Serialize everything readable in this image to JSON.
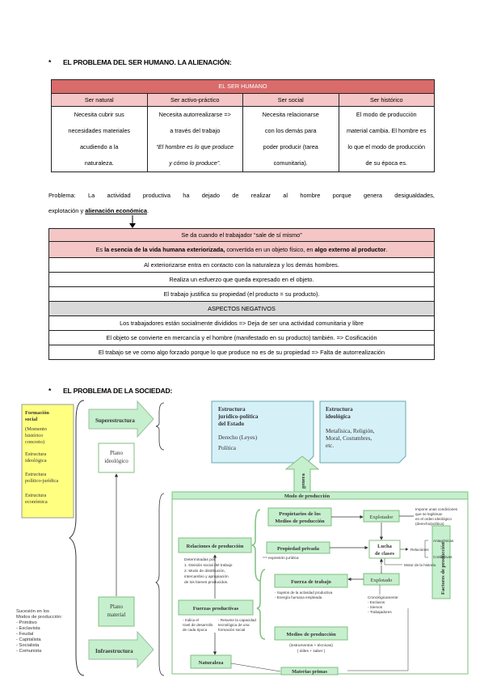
{
  "section1_heading": "EL PROBLEMA DEL SER HUMANO. LA ALIENACIÓN:",
  "table1": {
    "title": "EL SER HUMANO",
    "headers": [
      "Ser natural",
      "Ser activo-práctico",
      "Ser social",
      "Ser histórico"
    ],
    "cells": [
      [
        "Necesita cubrir sus",
        "necesidades materiales",
        "acudiendo a la",
        "naturaleza."
      ],
      [
        "Necesita autorrealizarse =>",
        "a través del trabajo",
        "“El hombre es lo que produce",
        "y cómo lo produce”."
      ],
      [
        "Necesita relacionarse",
        "con los demás para",
        "poder producir (tarea",
        "comunitaria)."
      ],
      [
        "El modo de producción",
        "material cambia. El hombre es",
        "lo que el modo de producción",
        "de su época es."
      ]
    ]
  },
  "paragraph": {
    "line1": "Problema: La actividad productiva ha dejado de realizar al hombre porque genera desigualdades,",
    "line2_prefix": "explotación y ",
    "line2_bold": "alienación económica",
    "line2_suffix": "."
  },
  "table2": {
    "row1": "Se da cuando el trabajador “sale de sí mismo”",
    "row2_a": "Es ",
    "row2_b": "la esencia de la vida humana exteriorizada,",
    "row2_c": " convertida en un objeto físico, en ",
    "row2_d": "algo externo al productor",
    "row2_e": ".",
    "row3": "Al exteriorizarse entra en contacto con la naturaleza y los demás hombres.",
    "row4": "Realiza un esfuerzo que queda expresado en el objeto.",
    "row5": "El trabajo justifica su propiedad (el producto = su producto).",
    "row6": "ASPECTOS NEGATIVOS",
    "row7": "Los trabajadores están socialmente divididos => Deja de ser una actividad comunitaria y libre",
    "row8": "El objeto se convierte en mercancía y el hombre (manifestado en su producto) también. => Cosificación",
    "row9": "El trabajo se ve como algo forzado porque lo que produce no es de su propiedad => Falta de autorrealización"
  },
  "section2_heading": "EL PROBLEMA DE LA SOCIEDAD:",
  "diagram": {
    "yellow_box": [
      "Formación",
      "social",
      "(Momento",
      "histórico",
      "concreto)",
      "Estructura",
      "ideológica",
      "Estructura",
      "político-jurídica",
      "Estructura",
      "económica"
    ],
    "succession": [
      "Sucesión en los",
      "Modos de producción:",
      "- Primitivo",
      "- Esclavista",
      "- Feudal",
      "- Capitalista",
      "- Socialista",
      "- Comunista"
    ],
    "superestructura": "Superestructura",
    "infraestructura": "Infraestructura",
    "plano_ideologico": [
      "Plano",
      "ideológico"
    ],
    "plano_material": [
      "Plano",
      "material"
    ],
    "estructura_juridica": [
      "Estructura",
      "jurídico-política",
      "del Estado",
      "Derecho (Leyes)",
      "Política"
    ],
    "estructura_ideologica": [
      "Estructura",
      "ideológica",
      "Metafísica, Religión,",
      "Moral,  Costumbres,",
      "etc."
    ],
    "genera": "genera",
    "modo_produccion": "Modo de producción",
    "propietarios": [
      "Propietarios de los",
      "Medios de producción"
    ],
    "explotador": "Explotador",
    "explotador_note": [
      "Impone unas condiciones",
      "que se legitiman",
      "en el orden ideológico",
      "(derecho/política)"
    ],
    "relaciones": "Relaciones de producción",
    "relaciones_note": [
      "Determinadas por:",
      "1. División social del trabajo",
      "2. Modo de distribución,",
      "intercambio y apropiación",
      "de los bienes producidos."
    ],
    "propiedad": "Propiedad privada",
    "expresion": "expresión jurídica",
    "lucha": [
      "Lucha",
      "de clases"
    ],
    "antagonicas": "Antagónicas",
    "relaciones_small": "Relaciones",
    "conflictivas": "Conflictivas",
    "motor": "Motor de la historia",
    "fuerza": "Fuerza de trabajo",
    "fuerza_note": [
      "- Sujetos de la actividad productiva",
      "- Energía humana empleada"
    ],
    "explotado": "Explotado",
    "explotado_note": [
      "Cronológicamente:",
      "- Esclavos",
      "- Siervos",
      "- Trabajadores"
    ],
    "fuerzas": "Fuerzas productivas",
    "fuerzas_note1": [
      "- Indica el",
      "nivel de desarrollo",
      "de cada época"
    ],
    "fuerzas_note2": [
      "- Resume la capacidad",
      "tecnológica de una",
      "formación social"
    ],
    "medios": "Medios de producción",
    "medios_note": "(instrumentos + técnicas)",
    "medios_note2": "( útiles   +   saber  )",
    "factores": "Factores de producción",
    "naturaleza": "Naturaleza",
    "materias": "Materias primas"
  }
}
